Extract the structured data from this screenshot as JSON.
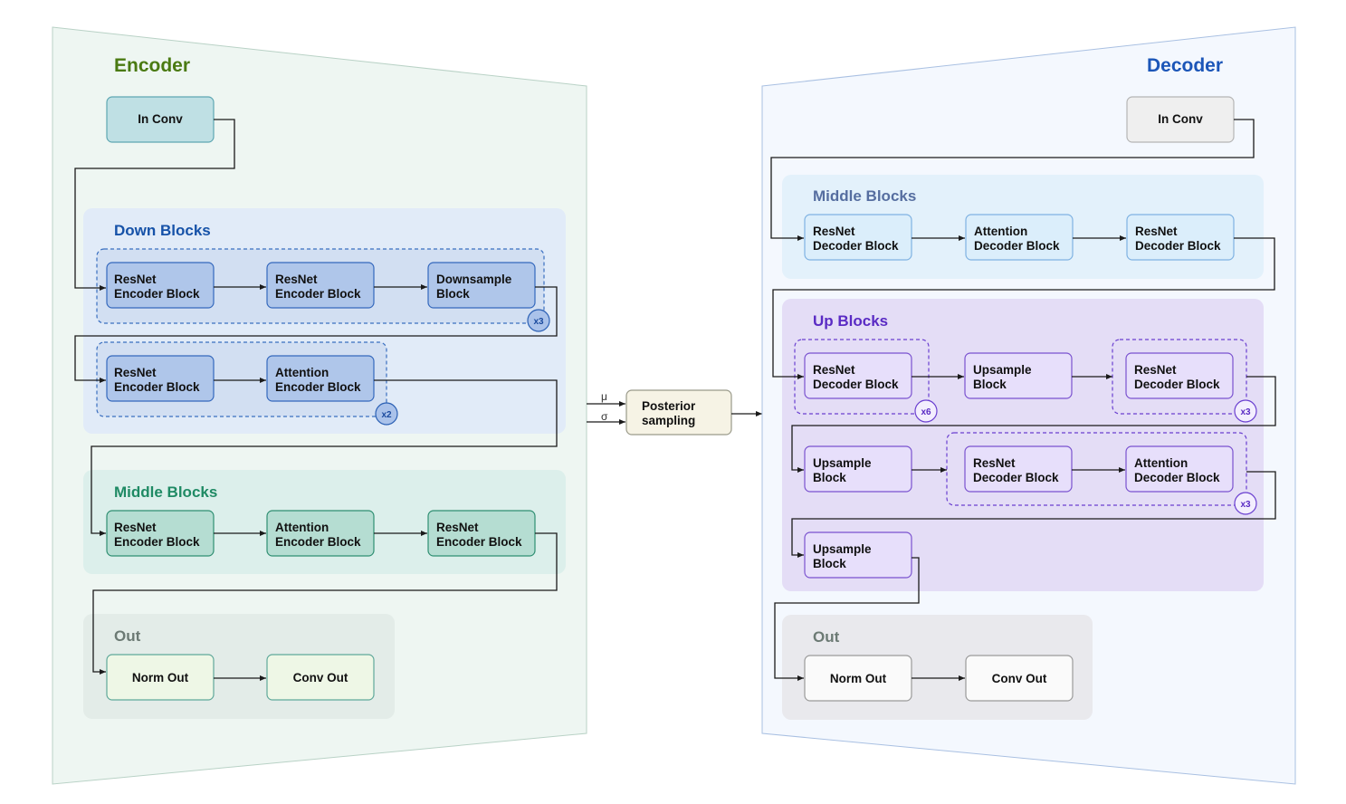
{
  "colors": {
    "encoder_panel": "#eef6f2",
    "decoder_panel": "#f4f8fe",
    "encoder_title": "#4a7a12",
    "decoder_title": "#1c56b8",
    "down_blocks": "#1652a8",
    "encoder_middle": "#1f8a64",
    "decoder_middle": "#566ea0",
    "up_blocks": "#5a2bc4",
    "out": "#6c7a74"
  },
  "encoder": {
    "title": "Encoder",
    "in_conv": "In Conv",
    "down_blocks": {
      "title": "Down Blocks",
      "row1": [
        "ResNet\nEncoder Block",
        "ResNet\nEncoder Block",
        "Downsample\nBlock"
      ],
      "row1_repeat": "x3",
      "row2": [
        "ResNet\nEncoder Block",
        "Attention\nEncoder Block"
      ],
      "row2_repeat": "x2"
    },
    "middle_blocks": {
      "title": "Middle Blocks",
      "items": [
        "ResNet\nEncoder Block",
        "Attention\nEncoder Block",
        "ResNet\nEncoder Block"
      ]
    },
    "out": {
      "title": "Out",
      "items": [
        "Norm Out",
        "Conv Out"
      ]
    }
  },
  "posterior": {
    "label": "Posterior\nsampling",
    "mu": "μ",
    "sigma": "σ"
  },
  "decoder": {
    "title": "Decoder",
    "in_conv": "In Conv",
    "middle_blocks": {
      "title": "Middle Blocks",
      "items": [
        "ResNet\nDecoder Block",
        "Attention\nDecoder Block",
        "ResNet\nDecoder Block"
      ]
    },
    "up_blocks": {
      "title": "Up Blocks",
      "row1": [
        "ResNet\nDecoder Block",
        "Upsample\nBlock",
        "ResNet\nDecoder Block"
      ],
      "row1_repeats": [
        "x6",
        "x3"
      ],
      "row2": [
        "Upsample\nBlock",
        "ResNet\nDecoder Block",
        "Attention\nDecoder Block"
      ],
      "row2_repeat": "x3",
      "row3": [
        "Upsample\nBlock"
      ]
    },
    "out": {
      "title": "Out",
      "items": [
        "Norm Out",
        "Conv Out"
      ]
    }
  }
}
